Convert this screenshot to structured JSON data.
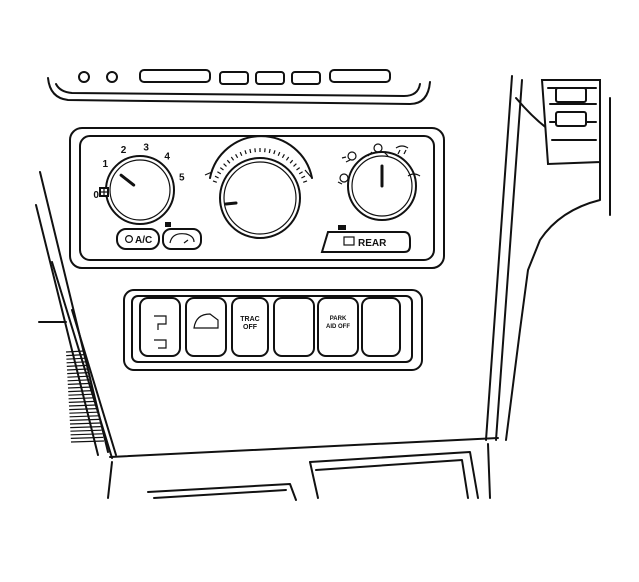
{
  "colors": {
    "line": "#111111",
    "background": "#ffffff"
  },
  "fan_dial": {
    "labels": [
      "0",
      "1",
      "2",
      "3",
      "4",
      "5"
    ],
    "position": 1
  },
  "buttons": {
    "ac_label": "A/C",
    "rear_label": "REAR"
  },
  "switches": {
    "trac_line1": "TRAC",
    "trac_line2": "OFF",
    "park_line1": "PARK",
    "park_line2": "AID OFF"
  },
  "icons": {
    "fan": "fan-icon",
    "snowflake": "snowflake-icon",
    "recirculation": "recirculation-icon",
    "rear_defrost": "rear-defrost-icon",
    "mode_vent": "mode-vent-icon",
    "mode_floor": "mode-floor-icon",
    "mode_defrost": "mode-defrost-icon",
    "mirror_fold": "mirror-icon",
    "liftgate": "liftgate-icon"
  }
}
